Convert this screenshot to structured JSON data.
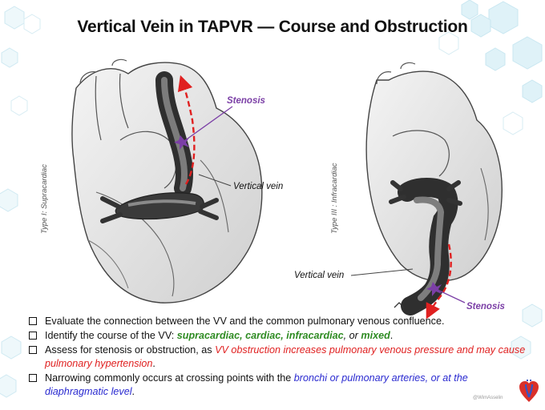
{
  "title": "Vertical Vein in TAPVR — Course and Obstruction",
  "panels": [
    {
      "type_label": "Type I: Supracardiac",
      "stenosis_label": "Stenosis",
      "vertical_vein_label": "Vertical vein"
    },
    {
      "type_label": "Type III : Infracardiac",
      "stenosis_label": "Stenosis",
      "vertical_vein_label": "Vertical vein"
    }
  ],
  "bullets": [
    [
      {
        "text": "Evaluate the connection between the VV and the common pulmonary venous confluence.",
        "style": "plain"
      }
    ],
    [
      {
        "text": "Identify the course of the VV: ",
        "style": "plain"
      },
      {
        "text": "supracardiac, cardiac, infracardiac",
        "style": "green"
      },
      {
        "text": ", or ",
        "style": "plain-italic"
      },
      {
        "text": "mixed",
        "style": "green"
      },
      {
        "text": ".",
        "style": "plain"
      }
    ],
    [
      {
        "text": "Assess for stenosis or obstruction, as ",
        "style": "plain"
      },
      {
        "text": "VV obstruction increases pulmonary venous pressure and may cause pulmonary hypertension",
        "style": "red"
      },
      {
        "text": ".",
        "style": "plain"
      }
    ],
    [
      {
        "text": "Narrowing commonly occurs at crossing points with the ",
        "style": "plain"
      },
      {
        "text": "bronchi or pulmonary arteries, or at the diaphragmatic level",
        "style": "blue"
      },
      {
        "text": ".",
        "style": "plain"
      }
    ]
  ],
  "watermark": "@WimAsselin",
  "colors": {
    "stenosis": "#7b3fa6",
    "flow_arrow": "#e02020",
    "course_types": "#2e8b22",
    "obstruction_text": "#e02020",
    "crossing_text": "#2a2ad0",
    "hexagon_bg": "#d6eef6"
  },
  "icons": [
    "checkbox-icon",
    "heart-logo-icon",
    "hexagon-pattern"
  ]
}
